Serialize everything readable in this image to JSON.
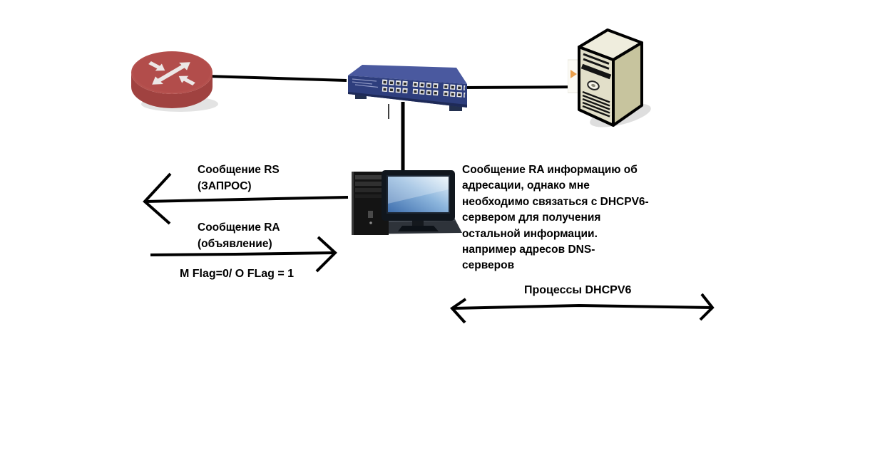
{
  "labels": {
    "rs": {
      "line1": "Сообщение RS",
      "line2": "(ЗАПРОС)"
    },
    "ra": {
      "line1": "Сообщение RA",
      "line2": "(объявление)"
    },
    "flags": "M Flag=0/ O FLag = 1",
    "dhcp": "Процессы DHCPV6"
  },
  "paragraph": {
    "lines": [
      "Сообщение RA информацию об",
      "адресации, однако мне",
      "необходимо связаться с DHCPV6-",
      "сервером для получения",
      "остальной информации.",
      "например адресов DNS-",
      "серверов"
    ]
  },
  "icons": {
    "router": "router-icon",
    "switch": "ethernet-switch-icon",
    "server": "server-tower-icon",
    "pc": "desktop-computer-icon"
  },
  "colors": {
    "background": "#ffffff",
    "text": "#000000",
    "line": "#000000",
    "router_red": "#b5514e",
    "router_red_dark": "#a04240",
    "switch_blue_top": "#4a599f",
    "switch_blue_front": "#2e3e7d",
    "server_tan": "#c7c49e",
    "server_face": "#e2dfc9",
    "server_top": "#efeddd",
    "screen_blue": "#5b87c5",
    "shadow_gray": "#d6d6d6",
    "orange_arrow": "#e8963c"
  }
}
